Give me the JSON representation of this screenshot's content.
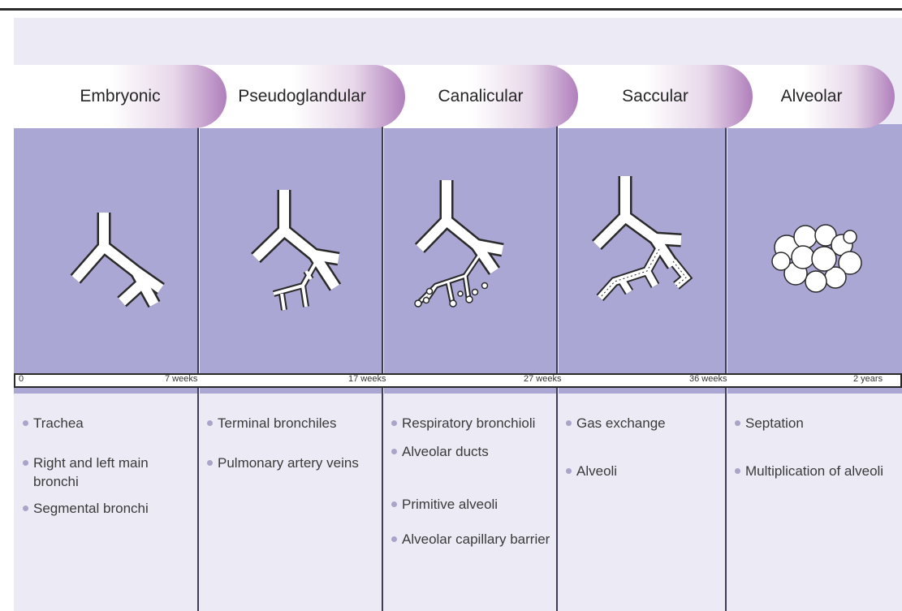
{
  "stages": [
    {
      "name": "Embryonic",
      "items": [
        "Trachea",
        "Right and left main bronchi",
        "Segmental bronchi"
      ]
    },
    {
      "name": "Pseudoglandular",
      "items": [
        "Terminal bronchiles",
        "Pulmonary artery veins"
      ]
    },
    {
      "name": "Canalicular",
      "items": [
        "Respiratory bronchioli",
        "Alveolar ducts",
        "Primitive alveoli",
        "Alveolar capillary barrier"
      ]
    },
    {
      "name": "Saccular",
      "items": [
        "Gas exchange",
        "Alveoli"
      ]
    },
    {
      "name": "Alveolar",
      "items": [
        "Septation",
        "Multiplication of alveoli"
      ]
    }
  ],
  "timeline": {
    "labels": [
      "0",
      "7 weeks",
      "17 weeks",
      "27 weeks",
      "36 weeks",
      "2 years"
    ]
  },
  "colors": {
    "panel": "#aba7d4",
    "tab_gradient_start": "#ffffff",
    "tab_gradient_end": "#b07fbc",
    "background": "#ecebf5",
    "airway_fill": "#ffffff",
    "airway_stroke": "#2a2a2a",
    "bullet": "#a9a4c9"
  }
}
